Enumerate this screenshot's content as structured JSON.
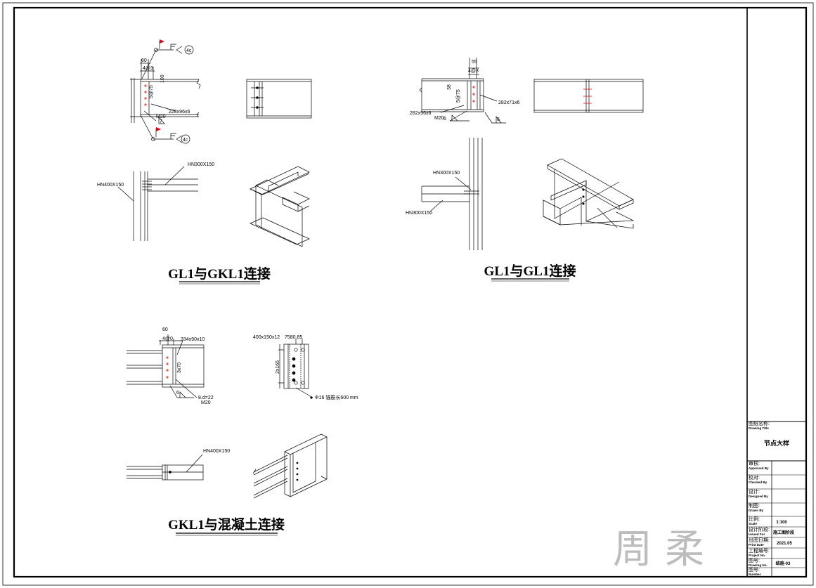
{
  "details": [
    {
      "title": "GL1与GKL1连接",
      "labels": {
        "dim1": "60",
        "dim2": "4@3",
        "dim3": "100",
        "dim4": "5@75",
        "plate": "228x96x6",
        "bolt": "M20",
        "weld_a": "7",
        "weld_sym_top": "4c",
        "weld_sym_bottom": "4c",
        "section_col": "HN400X150",
        "section_beam": "HN300X150"
      }
    },
    {
      "title": "GL1与GL1连接",
      "labels": {
        "dim1": "55",
        "dim2": "4@3",
        "dim3": "38",
        "dim4": "5@75",
        "plate_l": "282x96x6",
        "plate_r": "282x71x6",
        "bolt": "M20",
        "weld_a": "6",
        "weld_b": "6",
        "section_top": "HN300X150",
        "section_bottom": "HN300X150"
      }
    },
    {
      "title": "GKL1与混凝土连接",
      "labels": {
        "dim1": "60",
        "dim2": "4@0",
        "plate": "334x90x10",
        "dim3": "3x70",
        "dim4": "2x165",
        "weld_a": "6",
        "hole": "8.d=22",
        "bolt": "M20",
        "embed_plate": "400x150x12",
        "embed_dims": "7580.85",
        "anchor": "Φ16 锚筋长600 mm",
        "section_beam": "HN400X150"
      }
    }
  ],
  "title_block": {
    "drawing_title_cn": "图纸名称:",
    "drawing_title_en": "Drawing Title",
    "drawing_name": "节点大样",
    "rows": [
      {
        "cn": "审核:",
        "en": "Approved By",
        "value": ""
      },
      {
        "cn": "校对:",
        "en": "Checked By",
        "value": ""
      },
      {
        "cn": "设计:",
        "en": "Designed By",
        "value": ""
      },
      {
        "cn": "制图:",
        "en": "Drawn By",
        "value": ""
      },
      {
        "cn": "比例:",
        "en": "Scale",
        "value": "1:100"
      },
      {
        "cn": "设计阶段:",
        "en": "Issued For",
        "value": "施工图阶段"
      },
      {
        "cn": "出图日期:",
        "en": "Print Date",
        "value": "2021.05"
      },
      {
        "cn": "工程编号:",
        "en": "Project No.",
        "value": ""
      },
      {
        "cn": "图号:",
        "en": "Drawing No.",
        "value": "结施-03"
      },
      {
        "cn": "图号:",
        "en": "Number.",
        "value": ""
      }
    ]
  },
  "watermark": "周柔",
  "colors": {
    "line": "#000000",
    "accent": "#e00000",
    "flag": "#e60012",
    "watermark": "#bdbdbd"
  }
}
